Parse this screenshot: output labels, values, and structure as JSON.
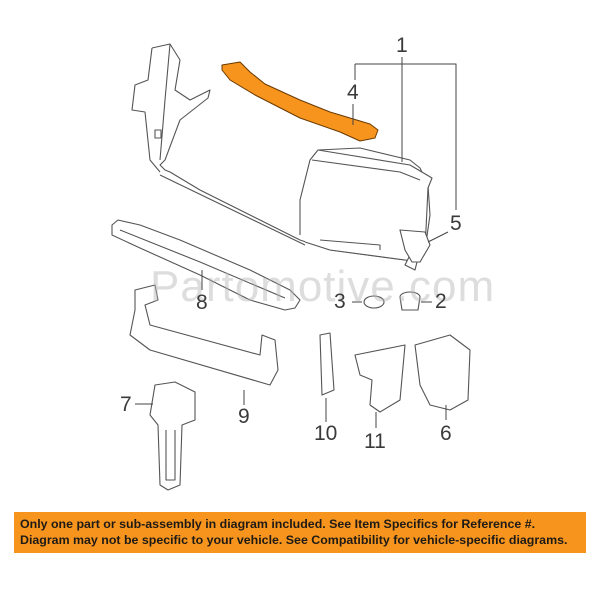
{
  "watermark": "Partomotive.com",
  "callouts": {
    "c1": "1",
    "c2": "2",
    "c3": "3",
    "c4": "4",
    "c5": "5",
    "c6": "6",
    "c7": "7",
    "c8": "8",
    "c9": "9",
    "c10": "10",
    "c11": "11"
  },
  "highlight_color": "#f7941d",
  "highlighted_part": "4",
  "banner": {
    "line1": "Only one part or sub-assembly in diagram included. See Item Specifics for Reference #.",
    "line2": "Diagram may not be specific to your vehicle. See Compatibility for vehicle-specific diagrams."
  }
}
